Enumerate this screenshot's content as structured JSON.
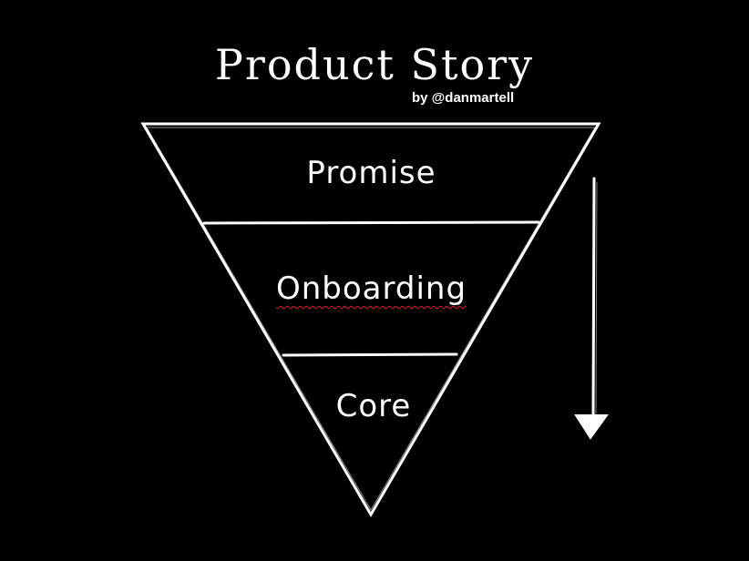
{
  "title": "Product Story",
  "byline": "by @danmartell",
  "stages": [
    {
      "label": "Promise"
    },
    {
      "label": "Onboarding"
    },
    {
      "label": "Core"
    }
  ],
  "colors": {
    "background": "#000000",
    "chalk": "#ffffff",
    "spellcheck": "#e0182c"
  },
  "icons": {
    "direction": "down-arrow-icon"
  }
}
